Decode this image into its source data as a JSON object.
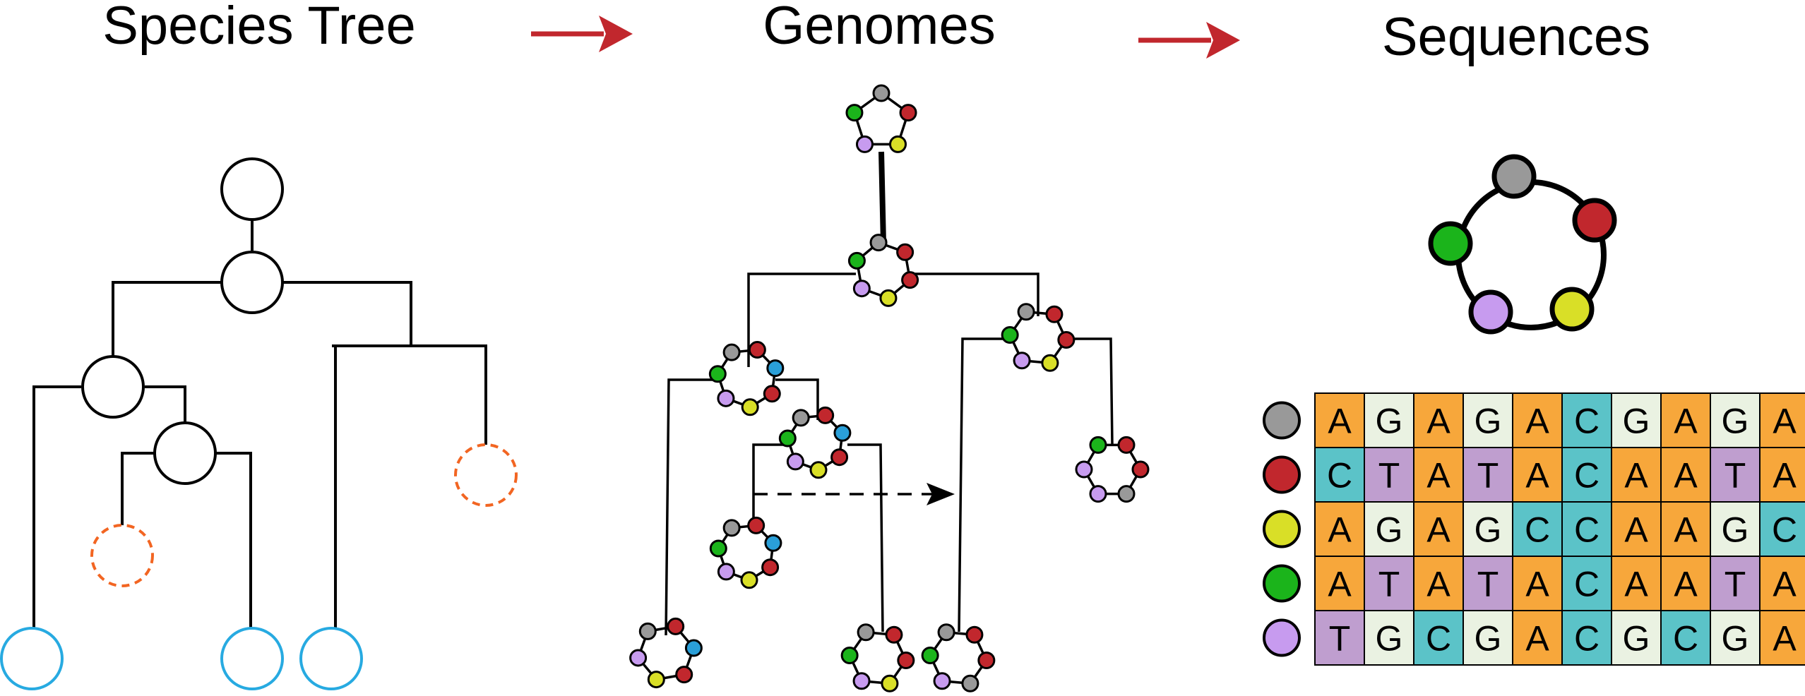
{
  "titles": {
    "species_tree": "Species Tree",
    "genomes": "Genomes",
    "sequences": "Sequences"
  },
  "colors": {
    "arrow": "#C1272D",
    "gene_gray": "#999999",
    "gene_red": "#C1272D",
    "gene_yellow": "#D9DF27",
    "gene_green": "#1BB41B",
    "gene_purple": "#C79BEF",
    "gene_blue": "#2A9FD8",
    "extinct_node": "#F26522",
    "extant_node": "#27AAE1",
    "base_A": "#F7A73B",
    "base_G": "#EAF2E2",
    "base_C": "#5BC3C8",
    "base_T": "#BF9ECF"
  },
  "legend_gene_colors": [
    "gray",
    "red",
    "yellow",
    "green",
    "purple"
  ],
  "alignment": [
    {
      "gene": "gray",
      "seq": "AGAGACGAGA"
    },
    {
      "gene": "red",
      "seq": "CTATACAATA"
    },
    {
      "gene": "yellow",
      "seq": "AGAGCCAAGC"
    },
    {
      "gene": "green",
      "seq": "ATATACAATA"
    },
    {
      "gene": "purple",
      "seq": "TGCGACGCGA"
    }
  ]
}
